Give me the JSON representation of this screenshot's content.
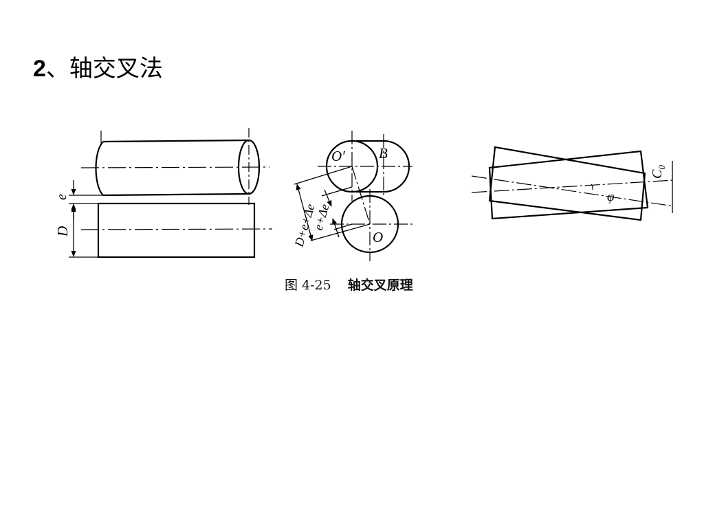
{
  "title": {
    "number": "2",
    "text": "、轴交叉法"
  },
  "figure": {
    "caption_number": "图 4-25",
    "caption_text": "轴交叉原理",
    "labels": {
      "e": "e",
      "D": "D",
      "O_prime": "O′",
      "B": "B",
      "O": "O",
      "D_e_de": "D+e+Δe",
      "e_de": "e+Δe",
      "C0": "C",
      "C0_sub": "0",
      "phi": "φ"
    }
  }
}
